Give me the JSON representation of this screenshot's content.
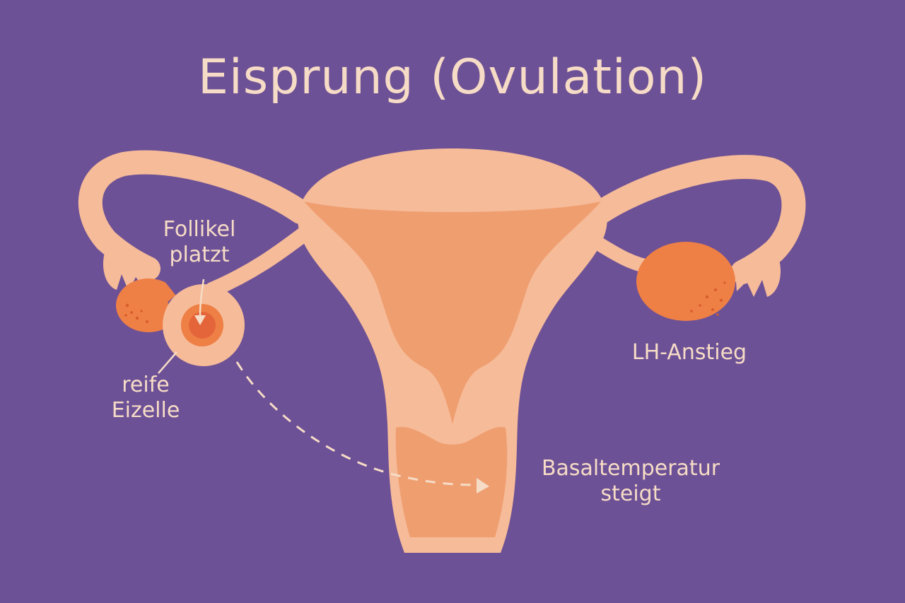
{
  "title": "Eisprung (Ovulation)",
  "labels": {
    "follicle": [
      "Follikel",
      "platzt"
    ],
    "egg": [
      "reife",
      "Eizelle"
    ],
    "lh": "LH-Anstieg",
    "temperature": [
      "Basaltemperatur",
      "steigt"
    ]
  },
  "colors": {
    "background": "#6d5196",
    "text": "#f6dcc6",
    "uterus": "#f6bb98",
    "cavity": "#ef9e70",
    "ovary": "#ee7f45",
    "speckle": "#d85d2c"
  }
}
